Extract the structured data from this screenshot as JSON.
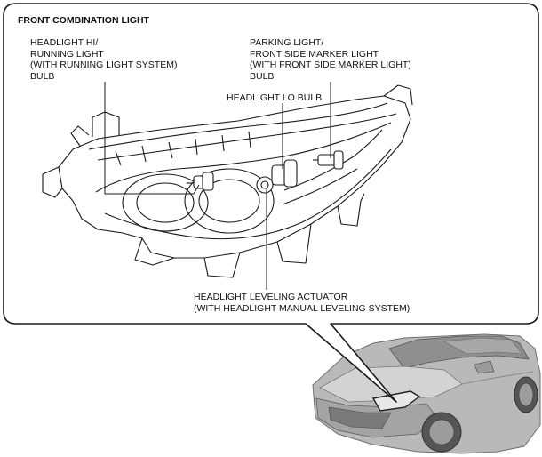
{
  "title": "FRONT COMBINATION LIGHT",
  "labels": {
    "headlight_hi": "HEADLIGHT HI/\nRUNNING LIGHT\n(WITH RUNNING LIGHT SYSTEM)\nBULB",
    "parking_light": "PARKING LIGHT/\nFRONT SIDE MARKER LIGHT\n(WITH FRONT SIDE MARKER LIGHT)\nBULB",
    "headlight_lo": "HEADLIGHT LO BULB",
    "leveling_actuator": "HEADLIGHT LEVELING ACTUATOR\n(WITH HEADLIGHT MANUAL LEVELING SYSTEM)"
  },
  "colors": {
    "line": "#1a1a1a",
    "car_body": "#b9b9b9",
    "car_shadow": "#8f8f8f",
    "car_highlight": "#dcdcdc",
    "callout_bg": "#ffffff"
  }
}
